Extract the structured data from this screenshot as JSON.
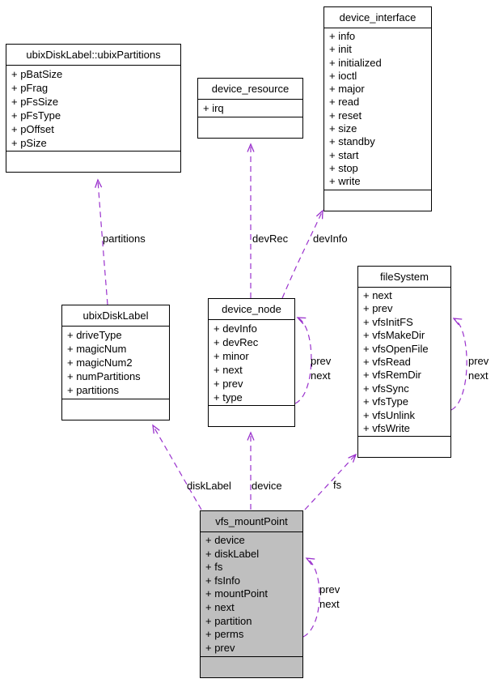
{
  "diagram": {
    "colors": {
      "edge": "#9a32cd",
      "highlight_fill": "#bfbfbf",
      "box_fill": "#ffffff",
      "border": "#000000",
      "background": "#ffffff"
    },
    "classes": [
      {
        "title": "ubixDiskLabel::ubixPartitions",
        "fields": [
          "+ pBatSize",
          "+ pFrag",
          "+ pFsSize",
          "+ pFsType",
          "+ pOffset",
          "+ pSize"
        ]
      },
      {
        "title": "device_resource",
        "fields": [
          "+ irq"
        ]
      },
      {
        "title": "device_interface",
        "fields": [
          "+ info",
          "+ init",
          "+ initialized",
          "+ ioctl",
          "+ major",
          "+ read",
          "+ reset",
          "+ size",
          "+ standby",
          "+ start",
          "+ stop",
          "+ write"
        ]
      },
      {
        "title": "ubixDiskLabel",
        "fields": [
          "+ driveType",
          "+ magicNum",
          "+ magicNum2",
          "+ numPartitions",
          "+ partitions"
        ]
      },
      {
        "title": "device_node",
        "fields": [
          "+ devInfo",
          "+ devRec",
          "+ minor",
          "+ next",
          "+ prev",
          "+ type"
        ]
      },
      {
        "title": "fileSystem",
        "fields": [
          "+ next",
          "+ prev",
          "+ vfsInitFS",
          "+ vfsMakeDir",
          "+ vfsOpenFile",
          "+ vfsRead",
          "+ vfsRemDir",
          "+ vfsSync",
          "+ vfsType",
          "+ vfsUnlink",
          "+ vfsWrite"
        ]
      },
      {
        "title": "vfs_mountPoint",
        "fields": [
          "+ device",
          "+ diskLabel",
          "+ fs",
          "+ fsInfo",
          "+ mountPoint",
          "+ next",
          "+ partition",
          "+ perms",
          "+ prev"
        ]
      }
    ],
    "edge_labels": {
      "partitions": "partitions",
      "devRec": "devRec",
      "devInfo": "devInfo",
      "diskLabel": "diskLabel",
      "device": "device",
      "fs": "fs",
      "prev": "prev",
      "next": "next"
    }
  }
}
